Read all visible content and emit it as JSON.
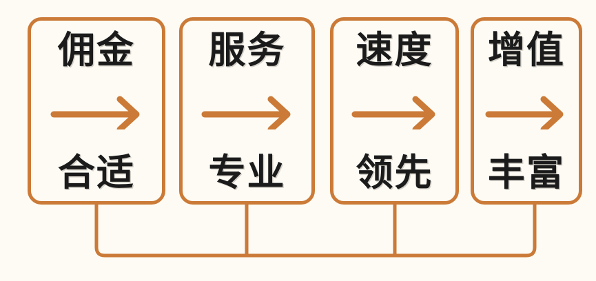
{
  "diagram": {
    "type": "four-card-value-proposition",
    "background_color": "#fdfbf4",
    "accent_color": "#cb7a37",
    "text_color": "#1b1b1b",
    "arrow_icon": "arrow-right-icon",
    "cards": [
      {
        "from": "佣金",
        "to": "合适"
      },
      {
        "from": "服务",
        "to": "专业"
      },
      {
        "from": "速度",
        "to": "领先"
      },
      {
        "from": "增值",
        "to": "丰富"
      }
    ]
  }
}
